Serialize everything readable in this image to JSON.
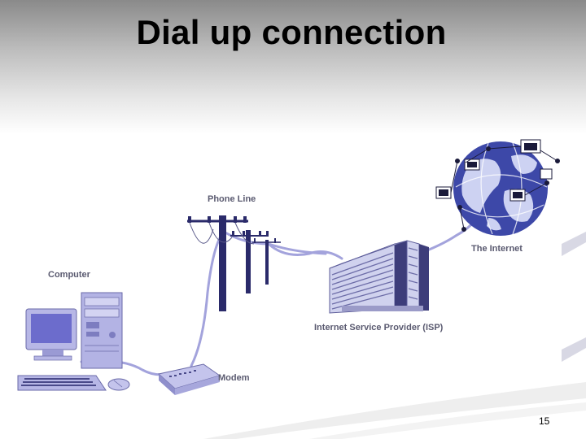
{
  "title": "Dial up connection",
  "labels": {
    "phone_line": "Phone Line",
    "computer": "Computer",
    "modem": "Modem",
    "isp": "Internet Service Provider (ISP)",
    "internet": "The Internet"
  },
  "page_number": "15",
  "colors": {
    "cable": "#9a9ad6",
    "device": "#b7b7e6",
    "device_dark": "#2b2b5e",
    "globe_ocean": "#3f49a8",
    "globe_land": "#c8cdf0"
  }
}
